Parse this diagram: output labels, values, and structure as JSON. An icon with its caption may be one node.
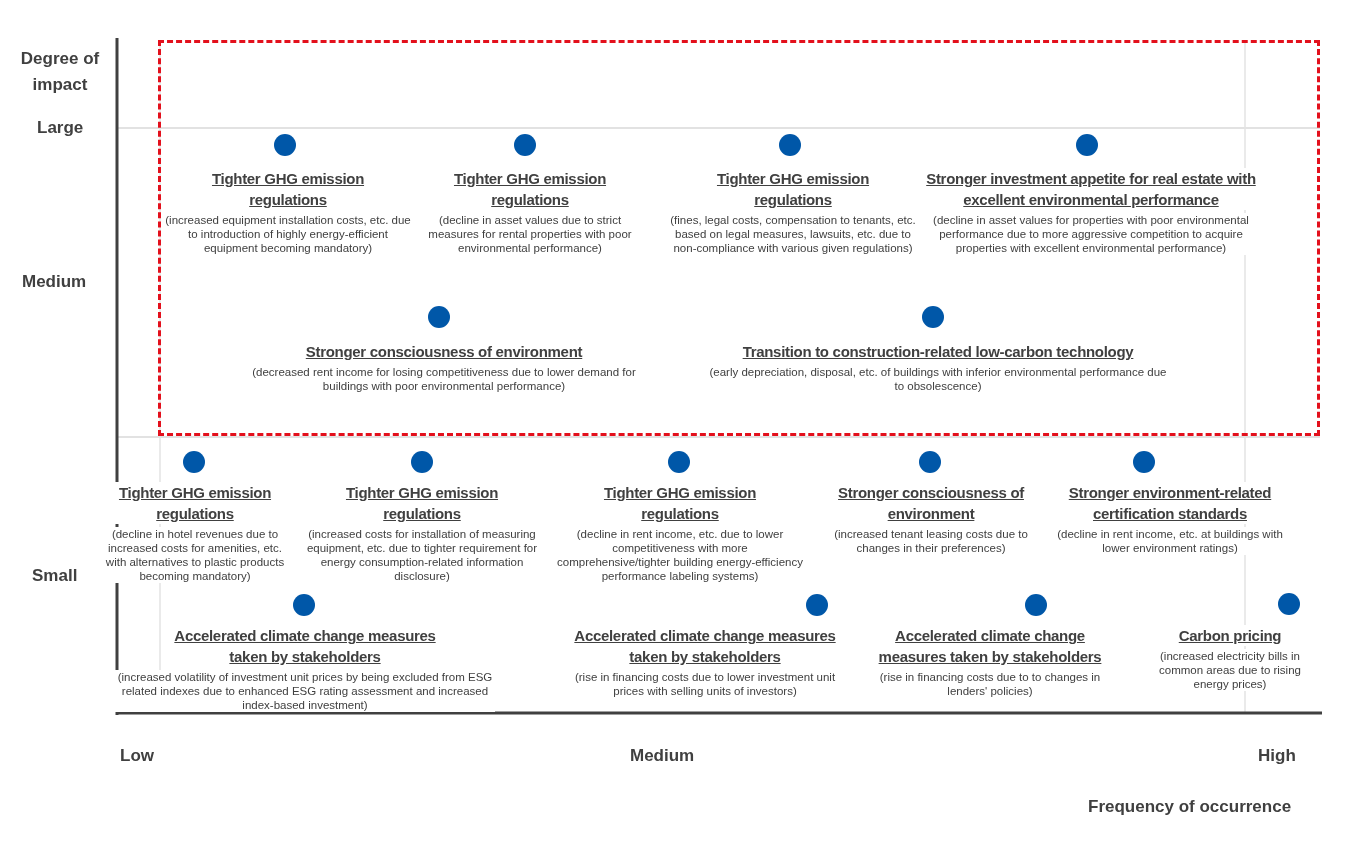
{
  "diagram": {
    "nodes": [
      {
        "text": [],
        "shape": "box"
      },
      {
        "text": [
          "Tighter GHG emission regulations",
          "(increased equipment installation costs, etc. due to introduction of highly energy-efficient equipment becoming mandatory)"
        ],
        "in": 0
      },
      {
        "text": [
          "Tighter GHG emission regulations",
          "(decline in asset values due to strict measures for rental properties with poor environmental performance)"
        ],
        "in": 0
      },
      {
        "text": [
          "Tighter GHG emission regulations",
          "(fines, legal costs, compensation to tenants, etc. based on legal measures, lawsuits, etc. due to non-compliance with various given regulations)"
        ],
        "in": 0
      },
      {
        "text": [
          "Stronger investment appetite for real estate with excellent environmental performance",
          "(decline in asset values for properties with poor environmental performance due to more aggressive competition to acquire properties  with excellent environmental performance)"
        ],
        "in": 0
      },
      {
        "text": [
          "Stronger consciousness of environment",
          "(decreased rent income for losing competitiveness due to lower demand for buildings with poor environmental performance)"
        ],
        "in": 0
      },
      {
        "text": [
          "Transition to construction-related low-carbon technology",
          "(early depreciation, disposal, etc. of buildings with inferior environmental performance due to obsolescence)"
        ],
        "in": 0
      },
      {
        "text": [
          "Tighter GHG emission regulations",
          "(decline in hotel revenues due to increased costs for amenities, etc. with alternatives to plastic products becoming mandatory)"
        ]
      },
      {
        "text": [
          "Tighter GHG emission regulations",
          "(increased costs for installation of measuring equipment, etc. due to tighter requirement for energy consumption-related information disclosure)"
        ]
      },
      {
        "text": [
          "Tighter GHG emission regulations",
          "(decline in rent income, etc. due to lower competitiveness with more comprehensive/tighter building energy-efficiency performance labeling systems)"
        ]
      },
      {
        "text": [
          "Stronger consciousness of environment",
          "(increased tenant leasing costs due to changes in their preferences)"
        ]
      },
      {
        "text": [
          "Stronger environment-related certification standards",
          "(decline in rent income, etc. at buildings with lower environment ratings)"
        ]
      },
      {
        "text": [
          "Accelerated climate change measures taken by stakeholders",
          "(increased volatility of investment unit prices by being excluded from ESG related indexes due to enhanced ESG rating assessment and increased index-based investment)"
        ]
      },
      {
        "text": [
          "Accelerated climate change measures taken by stakeholders",
          "(rise in financing costs due to lower investment unit prices with  selling units of investors)"
        ]
      },
      {
        "text": [
          "Accelerated climate change measures taken by stakeholders",
          "(rise in financing costs due to to changes in lenders' policies)"
        ]
      },
      {
        "text": [
          "Carbon pricing",
          "(increased electricity bills in common areas due to rising energy prices)"
        ]
      }
    ],
    "edges": [],
    "labels": [
      "Degree of impact",
      "Large",
      "Medium",
      "Small",
      "Low",
      "Medium",
      "High",
      "Frequency of occurrence"
    ]
  }
}
